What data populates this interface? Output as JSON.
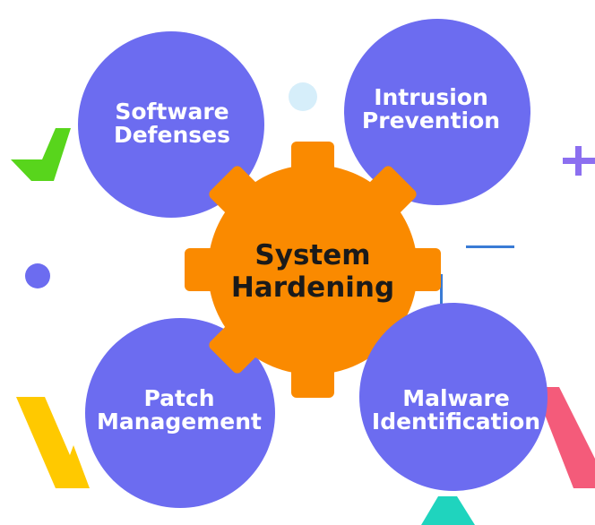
{
  "center": {
    "line1": "System",
    "line2": "Hardening"
  },
  "nodes": {
    "software_defenses": {
      "line1": "Software",
      "line2": "Defenses"
    },
    "intrusion_prevention": {
      "line1": "Intrusion",
      "line2": "Prevention"
    },
    "patch_management": {
      "line1": "Patch",
      "line2": "Management"
    },
    "malware_identification": {
      "line1": "Malware",
      "line2": "Identification"
    }
  },
  "colors": {
    "circle": "#6c6cf0",
    "gear": "#fa8a00",
    "green_accent": "#58d51c",
    "yellow_accent": "#ffc900",
    "pink_accent": "#f45b7a",
    "teal_accent": "#1fd4be",
    "blue_line": "#3a7bd5",
    "light_dot": "#d6eefa",
    "plus": "#8c6ff0"
  }
}
